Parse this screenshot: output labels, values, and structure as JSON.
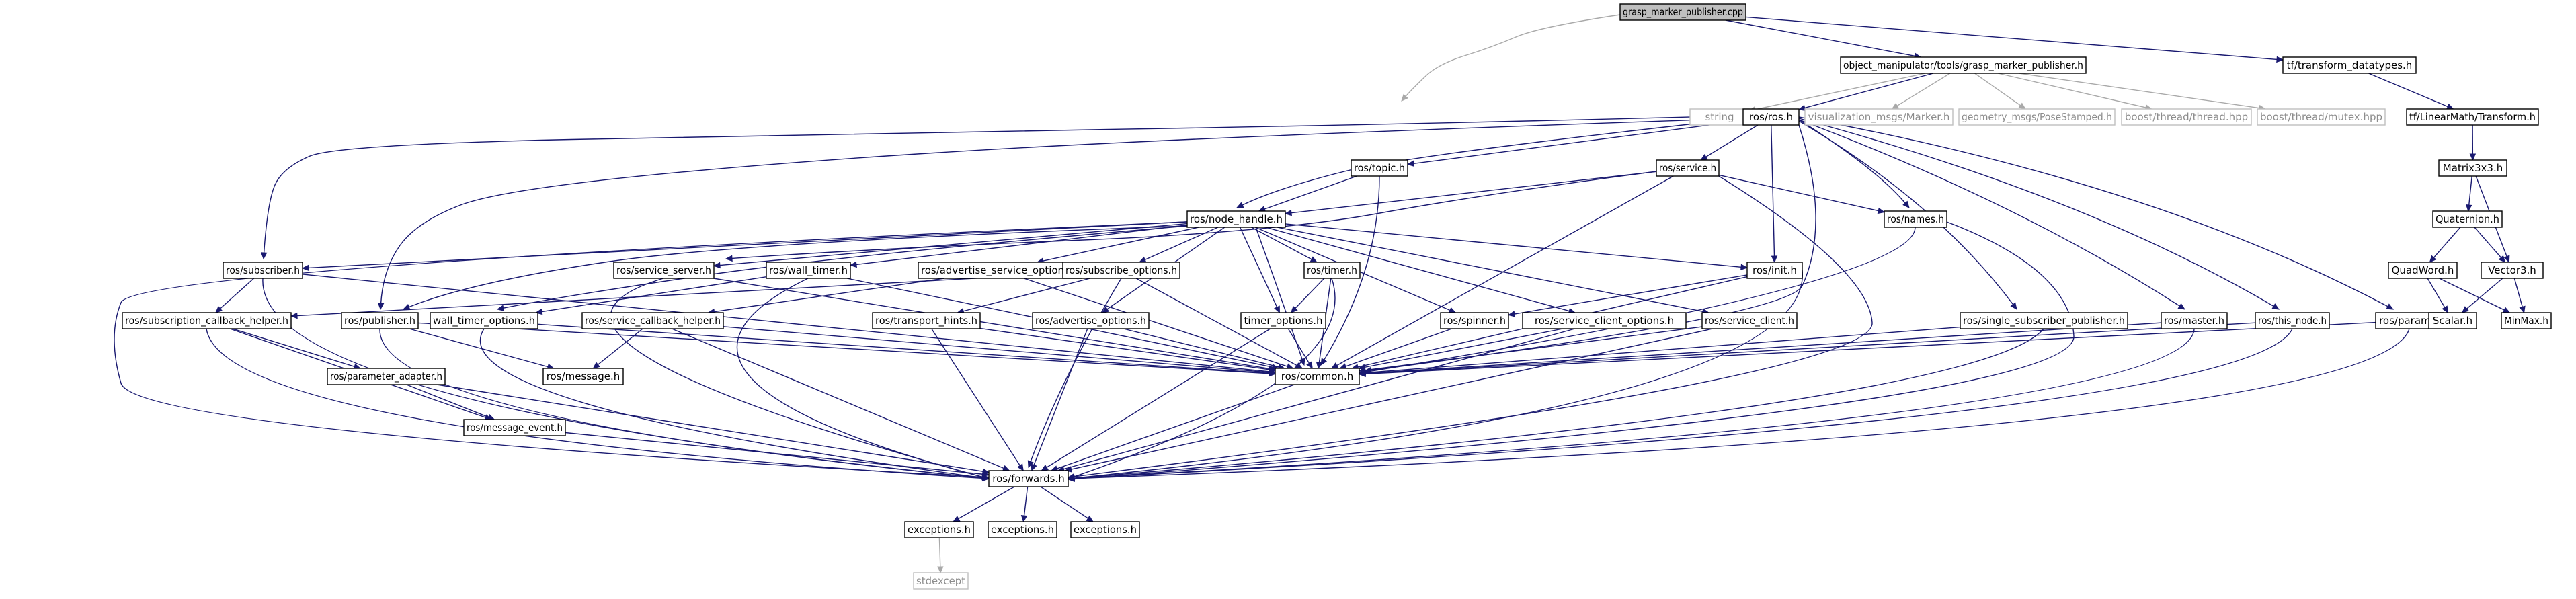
{
  "diagram": {
    "nodes": [
      {
        "id": "root",
        "label": "grasp_marker_publisher.cpp",
        "style": "root"
      },
      {
        "id": "gmp_h",
        "label": "object_manipulator/tools/grasp_marker_publisher.h"
      },
      {
        "id": "tf_dt",
        "label": "tf/transform_datatypes.h"
      },
      {
        "id": "string",
        "label": "string",
        "style": "external"
      },
      {
        "id": "ros_ros",
        "label": "ros/ros.h"
      },
      {
        "id": "vis_marker",
        "label": "visualization_msgs/Marker.h",
        "style": "external"
      },
      {
        "id": "geo_pose",
        "label": "geometry_msgs/PoseStamped.h",
        "style": "external"
      },
      {
        "id": "boost_thread",
        "label": "boost/thread/thread.hpp",
        "style": "external"
      },
      {
        "id": "boost_mutex",
        "label": "boost/thread/mutex.hpp",
        "style": "external"
      },
      {
        "id": "tf_lm",
        "label": "tf/LinearMath/Transform.h"
      },
      {
        "id": "matrix3x3",
        "label": "Matrix3x3.h"
      },
      {
        "id": "topic",
        "label": "ros/topic.h"
      },
      {
        "id": "service",
        "label": "ros/service.h"
      },
      {
        "id": "quaternion",
        "label": "Quaternion.h"
      },
      {
        "id": "node_handle",
        "label": "ros/node_handle.h"
      },
      {
        "id": "names",
        "label": "ros/names.h"
      },
      {
        "id": "subscriber",
        "label": "ros/subscriber.h"
      },
      {
        "id": "service_server",
        "label": "ros/service_server.h"
      },
      {
        "id": "wall_timer",
        "label": "ros/wall_timer.h"
      },
      {
        "id": "adv_srv_opts",
        "label": "ros/advertise_service_options.h"
      },
      {
        "id": "sub_opts",
        "label": "ros/subscribe_options.h"
      },
      {
        "id": "timer",
        "label": "ros/timer.h"
      },
      {
        "id": "init",
        "label": "ros/init.h"
      },
      {
        "id": "quadword",
        "label": "QuadWord.h"
      },
      {
        "id": "vector3",
        "label": "Vector3.h"
      },
      {
        "id": "sub_cb_helper",
        "label": "ros/subscription_callback_helper.h"
      },
      {
        "id": "publisher",
        "label": "ros/publisher.h"
      },
      {
        "id": "wall_timer_opts",
        "label": "wall_timer_options.h"
      },
      {
        "id": "srv_cb_helper",
        "label": "ros/service_callback_helper.h"
      },
      {
        "id": "transport_hints",
        "label": "ros/transport_hints.h"
      },
      {
        "id": "adv_opts",
        "label": "ros/advertise_options.h"
      },
      {
        "id": "timer_opts",
        "label": "timer_options.h"
      },
      {
        "id": "spinner",
        "label": "ros/spinner.h"
      },
      {
        "id": "srv_client_opts",
        "label": "ros/service_client_options.h"
      },
      {
        "id": "srv_client",
        "label": "ros/service_client.h"
      },
      {
        "id": "single_sub_pub",
        "label": "ros/single_subscriber_publisher.h"
      },
      {
        "id": "master",
        "label": "ros/master.h"
      },
      {
        "id": "this_node",
        "label": "ros/this_node.h"
      },
      {
        "id": "param",
        "label": "ros/param.h"
      },
      {
        "id": "scalar",
        "label": "Scalar.h"
      },
      {
        "id": "minmax",
        "label": "MinMax.h"
      },
      {
        "id": "param_adapter",
        "label": "ros/parameter_adapter.h"
      },
      {
        "id": "message",
        "label": "ros/message.h"
      },
      {
        "id": "common",
        "label": "ros/common.h"
      },
      {
        "id": "message_event",
        "label": "ros/message_event.h"
      },
      {
        "id": "forwards",
        "label": "ros/forwards.h"
      },
      {
        "id": "exc1",
        "label": "exceptions.h"
      },
      {
        "id": "exc2",
        "label": "exceptions.h"
      },
      {
        "id": "exc3",
        "label": "exceptions.h"
      },
      {
        "id": "stdexcept",
        "label": "stdexcept",
        "style": "external"
      }
    ],
    "edges": [
      [
        "root",
        "gmp_h"
      ],
      [
        "root",
        "tf_dt"
      ],
      [
        "root",
        "string"
      ],
      [
        "gmp_h",
        "string"
      ],
      [
        "gmp_h",
        "ros_ros"
      ],
      [
        "gmp_h",
        "vis_marker"
      ],
      [
        "gmp_h",
        "geo_pose"
      ],
      [
        "gmp_h",
        "boost_thread"
      ],
      [
        "gmp_h",
        "boost_mutex"
      ],
      [
        "tf_dt",
        "tf_lm"
      ],
      [
        "tf_lm",
        "matrix3x3"
      ],
      [
        "matrix3x3",
        "quaternion"
      ],
      [
        "matrix3x3",
        "vector3"
      ],
      [
        "quaternion",
        "quadword"
      ],
      [
        "quaternion",
        "vector3"
      ],
      [
        "quadword",
        "scalar"
      ],
      [
        "quadword",
        "minmax"
      ],
      [
        "vector3",
        "scalar"
      ],
      [
        "vector3",
        "minmax"
      ],
      [
        "ros_ros",
        "topic"
      ],
      [
        "ros_ros",
        "service"
      ],
      [
        "ros_ros",
        "node_handle"
      ],
      [
        "ros_ros",
        "names"
      ],
      [
        "ros_ros",
        "subscriber"
      ],
      [
        "ros_ros",
        "publisher"
      ],
      [
        "ros_ros",
        "init"
      ],
      [
        "ros_ros",
        "common"
      ],
      [
        "ros_ros",
        "single_sub_pub"
      ],
      [
        "ros_ros",
        "master"
      ],
      [
        "ros_ros",
        "this_node"
      ],
      [
        "ros_ros",
        "param"
      ],
      [
        "topic",
        "node_handle"
      ],
      [
        "topic",
        "common"
      ],
      [
        "service",
        "node_handle"
      ],
      [
        "service",
        "names"
      ],
      [
        "service",
        "service_server"
      ],
      [
        "service",
        "common"
      ],
      [
        "service",
        "forwards"
      ],
      [
        "names",
        "common"
      ],
      [
        "names",
        "forwards"
      ],
      [
        "node_handle",
        "subscriber"
      ],
      [
        "node_handle",
        "service_server"
      ],
      [
        "node_handle",
        "wall_timer"
      ],
      [
        "node_handle",
        "adv_srv_opts"
      ],
      [
        "node_handle",
        "sub_opts"
      ],
      [
        "node_handle",
        "timer"
      ],
      [
        "node_handle",
        "init"
      ],
      [
        "node_handle",
        "publisher"
      ],
      [
        "node_handle",
        "wall_timer_opts"
      ],
      [
        "node_handle",
        "adv_opts"
      ],
      [
        "node_handle",
        "timer_opts"
      ],
      [
        "node_handle",
        "spinner"
      ],
      [
        "node_handle",
        "srv_client_opts"
      ],
      [
        "node_handle",
        "srv_client"
      ],
      [
        "node_handle",
        "common"
      ],
      [
        "node_handle",
        "forwards"
      ],
      [
        "subscriber",
        "sub_cb_helper"
      ],
      [
        "subscriber",
        "common"
      ],
      [
        "subscriber",
        "forwards"
      ],
      [
        "service_server",
        "common"
      ],
      [
        "service_server",
        "forwards"
      ],
      [
        "wall_timer",
        "wall_timer_opts"
      ],
      [
        "wall_timer",
        "common"
      ],
      [
        "wall_timer",
        "forwards"
      ],
      [
        "adv_srv_opts",
        "srv_cb_helper"
      ],
      [
        "adv_srv_opts",
        "common"
      ],
      [
        "sub_opts",
        "transport_hints"
      ],
      [
        "sub_opts",
        "common"
      ],
      [
        "sub_opts",
        "forwards"
      ],
      [
        "sub_opts",
        "sub_cb_helper"
      ],
      [
        "timer",
        "timer_opts"
      ],
      [
        "timer",
        "common"
      ],
      [
        "timer",
        "forwards"
      ],
      [
        "init",
        "spinner"
      ],
      [
        "init",
        "common"
      ],
      [
        "init",
        "forwards"
      ],
      [
        "sub_cb_helper",
        "param_adapter"
      ],
      [
        "sub_cb_helper",
        "message_event"
      ],
      [
        "sub_cb_helper",
        "forwards"
      ],
      [
        "publisher",
        "message"
      ],
      [
        "publisher",
        "common"
      ],
      [
        "publisher",
        "forwards"
      ],
      [
        "wall_timer_opts",
        "common"
      ],
      [
        "wall_timer_opts",
        "forwards"
      ],
      [
        "srv_cb_helper",
        "message"
      ],
      [
        "srv_cb_helper",
        "common"
      ],
      [
        "srv_cb_helper",
        "forwards"
      ],
      [
        "transport_hints",
        "common"
      ],
      [
        "transport_hints",
        "forwards"
      ],
      [
        "adv_opts",
        "common"
      ],
      [
        "adv_opts",
        "forwards"
      ],
      [
        "timer_opts",
        "common"
      ],
      [
        "timer_opts",
        "forwards"
      ],
      [
        "spinner",
        "common"
      ],
      [
        "srv_client_opts",
        "common"
      ],
      [
        "srv_client_opts",
        "forwards"
      ],
      [
        "srv_client",
        "common"
      ],
      [
        "srv_client",
        "forwards"
      ],
      [
        "single_sub_pub",
        "common"
      ],
      [
        "single_sub_pub",
        "forwards"
      ],
      [
        "master",
        "common"
      ],
      [
        "master",
        "forwards"
      ],
      [
        "this_node",
        "common"
      ],
      [
        "this_node",
        "forwards"
      ],
      [
        "param",
        "common"
      ],
      [
        "param",
        "forwards"
      ],
      [
        "param_adapter",
        "message_event"
      ],
      [
        "param_adapter",
        "forwards"
      ],
      [
        "message_event",
        "forwards"
      ],
      [
        "common",
        "forwards"
      ],
      [
        "forwards",
        "exc1"
      ],
      [
        "forwards",
        "exc2"
      ],
      [
        "forwards",
        "exc3"
      ],
      [
        "exc1",
        "stdexcept"
      ]
    ]
  },
  "colors": {
    "edge": "#191970",
    "edge_external": "#a9a9a9",
    "node_border": "#000000",
    "node_border_external": "#bfbfbf",
    "root_fill": "#bfbfbf",
    "external_text": "#8c8c8c"
  }
}
